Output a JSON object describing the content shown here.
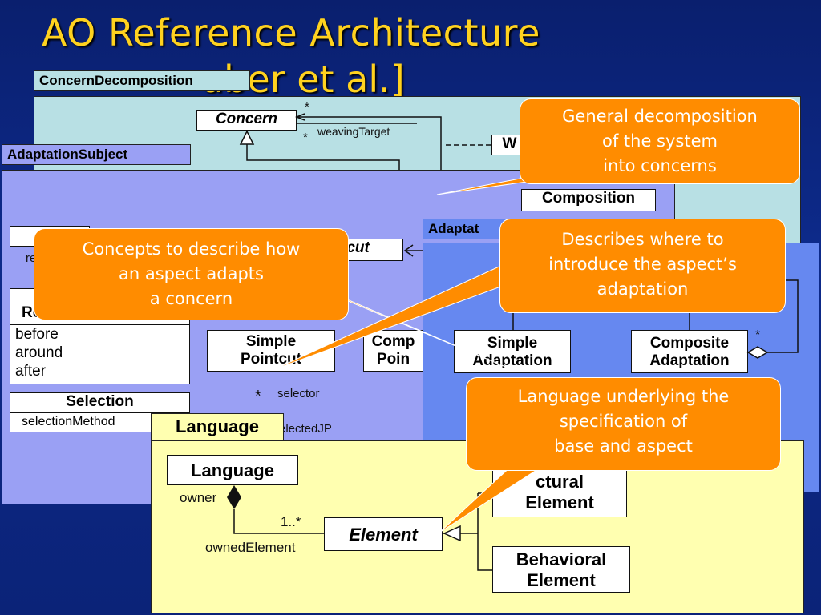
{
  "slide": {
    "title": "AO Reference Architecture",
    "subtitle": "[Chitchyan, Unland, Seinturier, Sanen, Joosen, Schauerhuber et al.]",
    "subtitle_visible": "uber et al.]"
  },
  "packages": {
    "concern": {
      "label": "ConcernDecomposition",
      "color": "#b8e0e4"
    },
    "subject": {
      "label": "AdaptationSubject",
      "color": "#9aa0f4"
    },
    "kind": {
      "label": "Adaptat",
      "color": "#6688f0"
    },
    "language": {
      "label": "Language",
      "color": "#ffffb0"
    }
  },
  "classes": {
    "concern": "Concern",
    "w": "W",
    "composition": "Composition",
    "pointcut": "tcut",
    "relation": "Relati",
    "re": "re",
    "before": "before",
    "around": "around",
    "after": "after",
    "selection": "Selection",
    "selection_method": "selectionMethod",
    "simple_pointcut_1": "Simple",
    "simple_pointcut_2": "Pointcut",
    "comp_pointcut_1": "Comp",
    "comp_pointcut_2": "Poin",
    "simple_adapt_1": "Simple",
    "simple_adapt_2": "Adaptation",
    "composite_adapt_1": "Composite",
    "composite_adapt_2": "Adaptation",
    "language": "Language",
    "element": "Element",
    "structural_1": "ctural",
    "structural_2": "Element",
    "behavioral_1": "Behavioral",
    "behavioral_2": "Element"
  },
  "labels": {
    "star1": "*",
    "star2": "*",
    "weaving_target": "weavingTarget",
    "star_selector": "*",
    "selector": "selector",
    "selected_jp": "electedJP",
    "star_comp": "*",
    "owner": "owner",
    "mult": "1..*",
    "owned_element": "ownedElement"
  },
  "callouts": {
    "c1": [
      "General decomposition",
      "of the system",
      "into concerns"
    ],
    "c2": [
      "Concepts to describe how",
      "an aspect adapts",
      "a concern"
    ],
    "c3": [
      "Describes where to",
      "introduce the aspect’s",
      "adaptation"
    ],
    "c4": [
      "Language underlying the",
      "specification of",
      "base and aspect"
    ]
  },
  "colors": {
    "callout": "#ff8c00",
    "title": "#ffd21f",
    "background": "#0b2378"
  }
}
